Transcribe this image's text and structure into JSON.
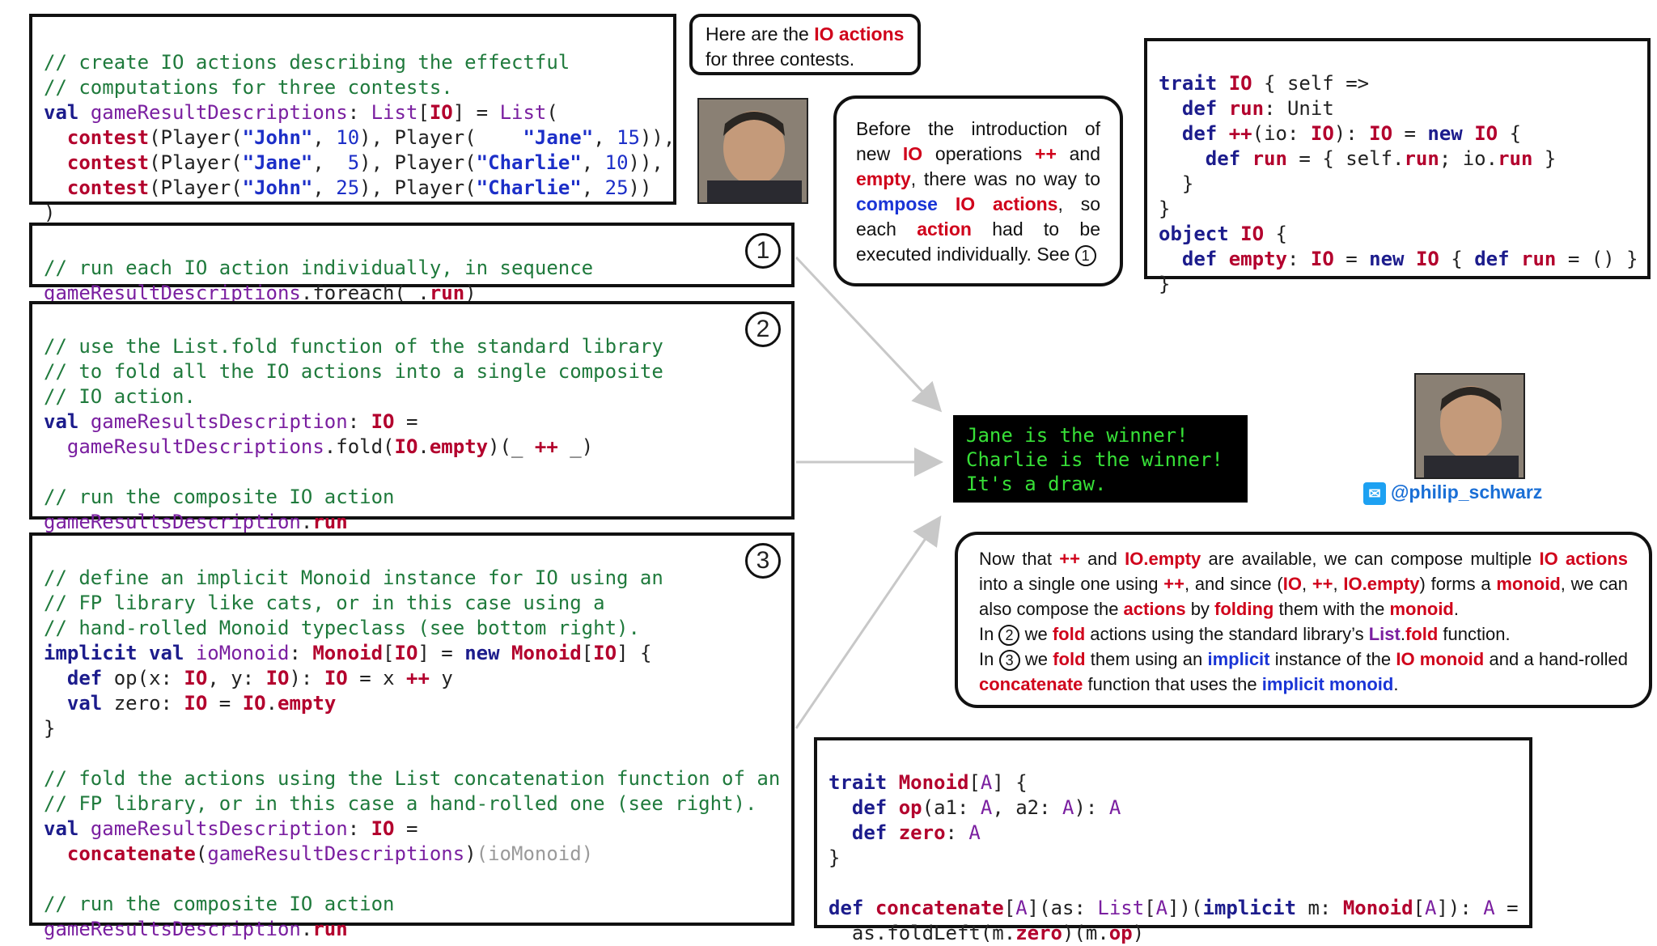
{
  "speech_top": {
    "line1_pre": "Here are the ",
    "line1_hl": "IO actions",
    "line2": "for three contests."
  },
  "twitter_handle": "@philip_schwarz",
  "markers": [
    "1",
    "2",
    "3"
  ],
  "terminal": {
    "lines": [
      "Jane is the winner!",
      "Charlie is the winner!",
      "It's a draw."
    ]
  }
}
